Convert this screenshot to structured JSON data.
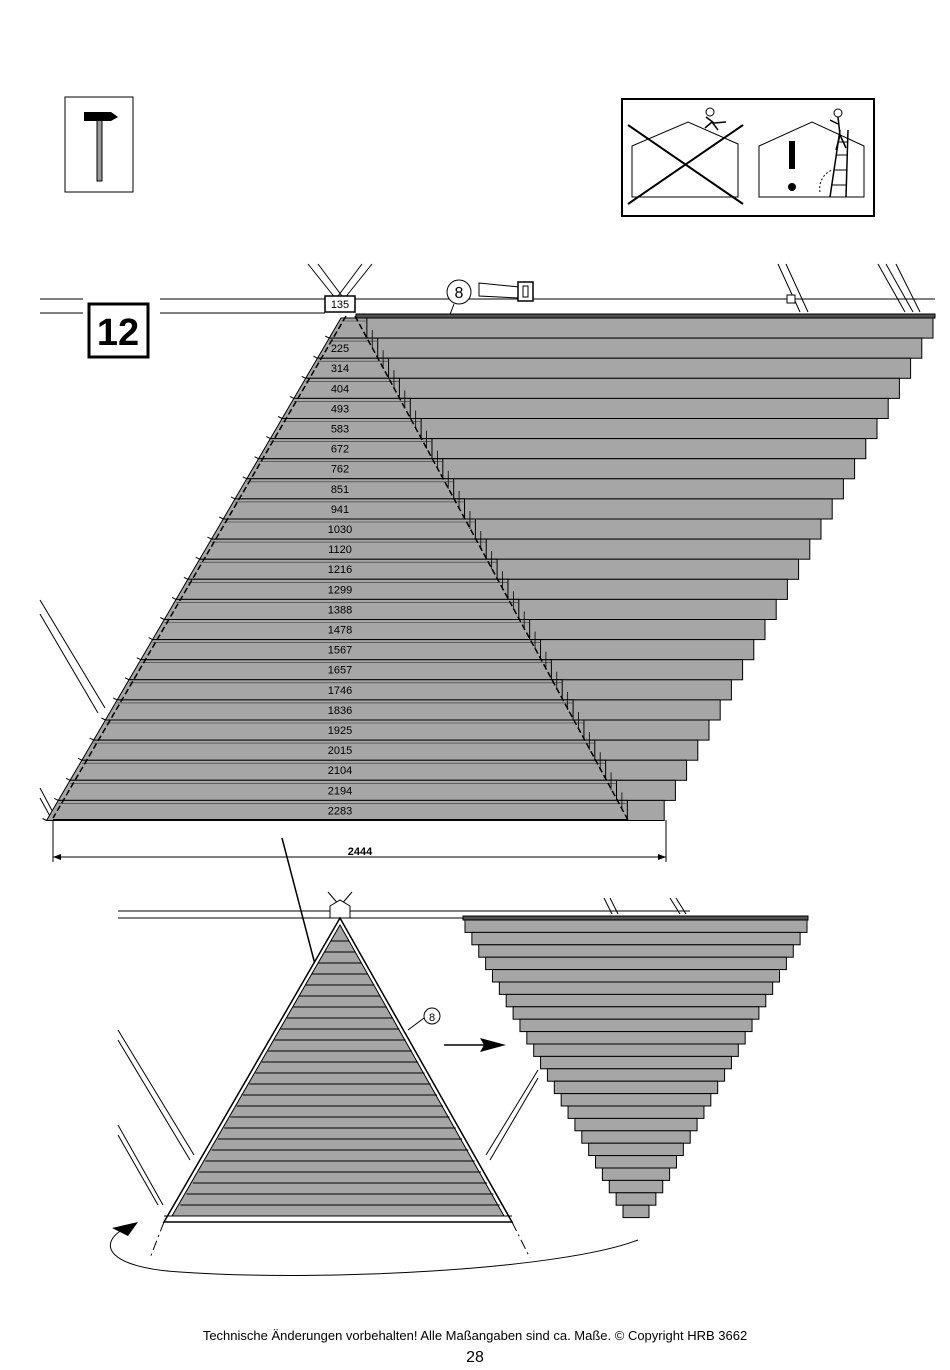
{
  "step_number": "12",
  "top_label": "135",
  "part_number": "8",
  "sub_part_number": "8",
  "measurements": [
    "225",
    "314",
    "404",
    "493",
    "583",
    "672",
    "762",
    "851",
    "941",
    "1030",
    "1120",
    "1216",
    "1299",
    "1388",
    "1478",
    "1567",
    "1657",
    "1746",
    "1836",
    "1925",
    "2015",
    "2104",
    "2194",
    "2283"
  ],
  "width_label": "2444",
  "icons": {
    "tool": "hammer-icon",
    "saw": "saw-icon",
    "safety_wrong": "roof-person-crossed-icon",
    "safety_right": "ladder-person-icon"
  },
  "colors": {
    "board": "#a6a6a6",
    "board_top": "#505050",
    "line": "#000000"
  },
  "footer": {
    "text": "Technische Änderungen vorbehalten!  Alle Maßangaben sind ca. Maße.   © Copyright HRB 3662",
    "page": "28"
  }
}
